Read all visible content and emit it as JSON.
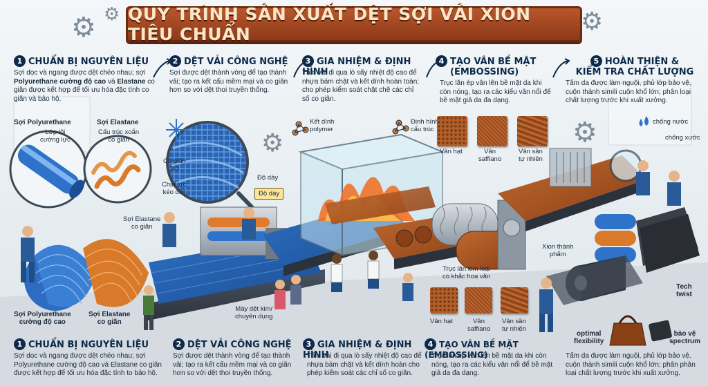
{
  "title": "QUY TRÌNH SẢN XUẤT DỆT SỢI VẢI XION TIÊU CHUẨN",
  "colors": {
    "banner": "#a2461f",
    "navy": "#0d2a4a",
    "blue_fiber": "#2e73c9",
    "orange_fiber": "#d87a2a",
    "leather": "#b2602a",
    "fire": "#f26b1d"
  },
  "steps_top": [
    {
      "num": "1",
      "title": "CHUẨN BỊ NGUYÊN LIỆU",
      "desc_pre": "Sợi dọc và ngang được dệt chéo nhau; sợi ",
      "desc_b1": "Polyurethane cường độ cao",
      "desc_mid": " và ",
      "desc_b2": "Elastane",
      "desc_post": " co giãn được kết hợp để tối ưu hóa đặc tính co giãn và bảo hộ."
    },
    {
      "num": "2",
      "title": "DỆT VẢI CÔNG NGHỆ",
      "desc": "Sợi được dệt thành vòng để tạo thành vải; tạo ra kết cấu mềm mại và co giãn hơn so với dệt thoi truyền thống."
    },
    {
      "num": "3",
      "title": "GIA NHIỆM & ĐỊNH HÌNH",
      "desc": "Tấm vải đi qua lò sấy nhiệt độ cao để nhựa bám chặt và kết dính hoàn toàn; cho phép kiểm soát chặt chẽ các chỉ số co giãn."
    },
    {
      "num": "4",
      "title_line1": "TẠO VÂN BỀ MẶT",
      "title_line2": "(EMBOSSING)",
      "desc": "Trục lăn ép vân lên bề mặt da khi còn nóng, tạo ra các kiểu vân nổi để bề mặt giả da đa dạng."
    },
    {
      "num": "5",
      "title_line1": "HOÀN THIỆN &",
      "title_line2": "KIỂM TRA CHẤT LƯỢNG",
      "desc": "Tấm da được làm nguội, phủ lớp bảo vệ, cuộn thành simili cuộn khổ lớn; phân loại chất lượng trước khi xuất xưởng."
    }
  ],
  "steps_bottom": [
    {
      "num": "1",
      "title": "CHUẨN BỊ NGUYÊN LIỆU",
      "desc": "Sợi dọc và ngang được dệt chéo nhau; sợi Polyurethane cường độ cao và Elastane co giãn được kết hợp để tối ưu hóa đặc tính to bảo hộ."
    },
    {
      "num": "2",
      "title": "DỆT VẢI CÔNG NGHỆ",
      "desc": "Sợi được dệt thành vòng để tạo thành vải; tạo ra kết cấu mềm mại và co giãn hơn so với dệt thoi truyền thống."
    },
    {
      "num": "3",
      "title": "GIA NHIỆM & ĐỊNH HÌNH",
      "desc": "Tấm vải đi qua lò sấy nhiệt độ cao để nhựa bám chặt và kết dính hoàn cho phép kiểm soát các chỉ số co giãn."
    },
    {
      "num": "4",
      "title": "TẠO VÂN BỀ MẶT (EMBOSSING)",
      "desc": "Trục lăn ép vân lên bề mặt da khi còn nóng, tạo ra các kiểu vân nổi để bề mặt giả da đa dạng."
    },
    {
      "desc": "Tấm da được làm nguội, phủ lớp bảo vệ, cuộn thành simili cuộn khổ lớn; phân phân loại chất lượng trước khi xuất xưởng."
    }
  ],
  "labels": {
    "soi_pu": "Sợi Polyurethane",
    "lop_loi_1": "Lớp lõi",
    "lop_loi_2": "cường lực",
    "soi_el": "Sợi Elastane",
    "cau_truc_1": "Cấu trúc xoắn",
    "cau_truc_2": "co giãn",
    "soi_el_co_gian_1": "Sợi Elastane",
    "soi_el_co_gian_2": "co giãn",
    "bundle_pu_1": "Sợi Polyurethane",
    "bundle_pu_2": "cường độ cao",
    "bundle_el_1": "Sợi Elastane",
    "bundle_el_2": "co giãn",
    "co_gian_3d_1": "Co giãn",
    "co_gian_3d_2": "3D",
    "chiu_luc_1": "Chịu lực",
    "chiu_luc_2": "kéo đứt",
    "do_day": "Độ dày",
    "do_day_tag": "Độ dày",
    "may_det_1": "Máy dệt kim/",
    "may_det_2": "chuyên dụng",
    "ket_dinh_1": "Kết dính",
    "ket_dinh_2": "polymer",
    "dinh_hinh_1": "Định hình",
    "dinh_hinh_2": "cấu trúc",
    "van_hat": "Vân hạt",
    "van_saffiano_1": "Vân",
    "van_saffiano_2": "saffiano",
    "van_san_1": "Vân sần",
    "van_san_2": "tự nhiên",
    "van_hat_b": "Vân hạt",
    "van_saffiano_b1": "Vân",
    "van_saffiano_b2": "saffiano",
    "van_san_b1": "Vân sần",
    "van_san_b2": "tự nhiên",
    "truc_lan_1": "Trục lăn kim loại",
    "truc_lan_2": "có khắc hoa văn",
    "xion_1": "Xion thành",
    "xion_2": "phẩm",
    "chong_nuoc": "chống nước",
    "chong_xuoc": "chống xước",
    "tech_twist_1": "Tech",
    "tech_twist_2": "twist",
    "optimal_1": "optimal",
    "optimal_2": "flexibility",
    "bao_ve_1": "bảo vệ",
    "bao_ve_2": "spectrum"
  }
}
